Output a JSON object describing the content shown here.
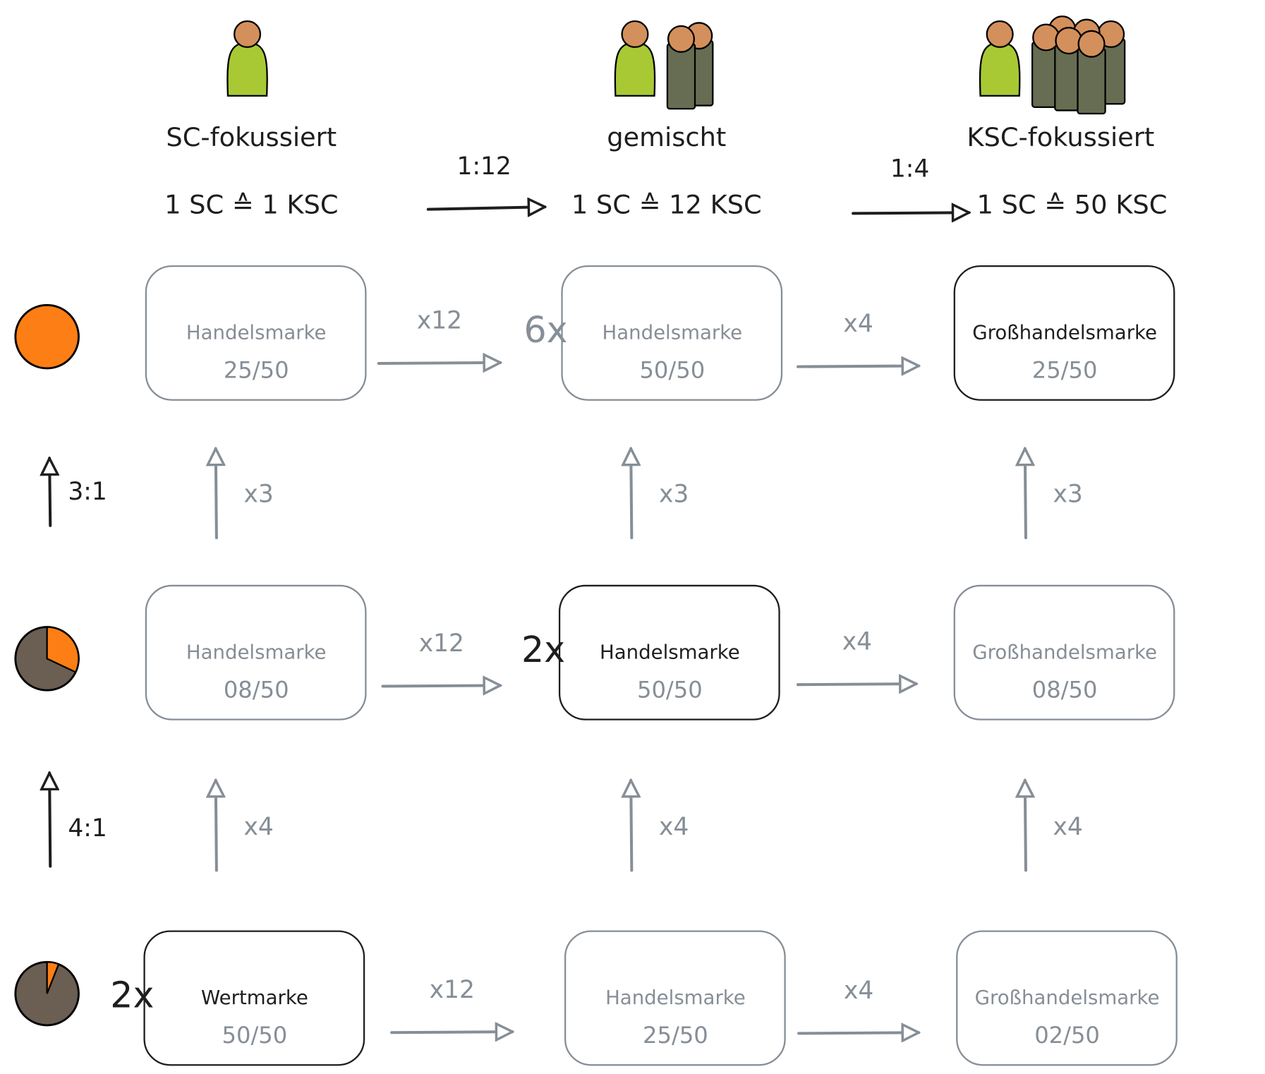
{
  "colors": {
    "gray": "#868e96",
    "black": "#1e1e1e",
    "orange": "#fd7e14",
    "pie_dark": "#6b5e53",
    "person_green": "#a9c934",
    "person_olive": "#666d52",
    "head": "#d4905c"
  },
  "columns": [
    {
      "heading": "SC-fokussiert",
      "ratio": "1 SC ≙ 1 KSC",
      "others": 0
    },
    {
      "heading": "gemischt",
      "ratio": "1 SC ≙ 12 KSC",
      "others": 2
    },
    {
      "heading": "KSC-fokussiert",
      "ratio": "1 SC ≙ 50 KSC",
      "others": 5
    }
  ],
  "column_transitions": [
    {
      "label": "1:12"
    },
    {
      "label": "1:4"
    }
  ],
  "rows": [
    {
      "indicator_fill_fraction": 1.0,
      "boxes": [
        {
          "title": "Handelsmarke",
          "value": "25/50",
          "highlight": false
        },
        {
          "title": "Handelsmarke",
          "value": "50/50",
          "highlight": false,
          "multiplier": "6x"
        },
        {
          "title": "Großhandelsmarke",
          "value": "25/50",
          "highlight": true
        }
      ],
      "arrows": [
        "x12",
        "x4"
      ]
    },
    {
      "indicator_fill_fraction": 0.32,
      "boxes": [
        {
          "title": "Handelsmarke",
          "value": "08/50",
          "highlight": false
        },
        {
          "title": "Handelsmarke",
          "value": "50/50",
          "highlight": true,
          "multiplier": "2x"
        },
        {
          "title": "Großhandelsmarke",
          "value": "08/50",
          "highlight": false
        }
      ],
      "arrows": [
        "x12",
        "x4"
      ]
    },
    {
      "indicator_fill_fraction": 0.06,
      "boxes": [
        {
          "title": "Wertmarke",
          "value": "50/50",
          "highlight": true,
          "multiplier": "2x"
        },
        {
          "title": "Handelsmarke",
          "value": "25/50",
          "highlight": false
        },
        {
          "title": "Großhandelsmarke",
          "value": "02/50",
          "highlight": false
        }
      ],
      "arrows": [
        "x12",
        "x4"
      ]
    }
  ],
  "row_transitions": [
    {
      "ratio": "3:1",
      "labels": [
        "x3",
        "x3",
        "x3"
      ]
    },
    {
      "ratio": "4:1",
      "labels": [
        "x4",
        "x4",
        "x4"
      ]
    }
  ]
}
